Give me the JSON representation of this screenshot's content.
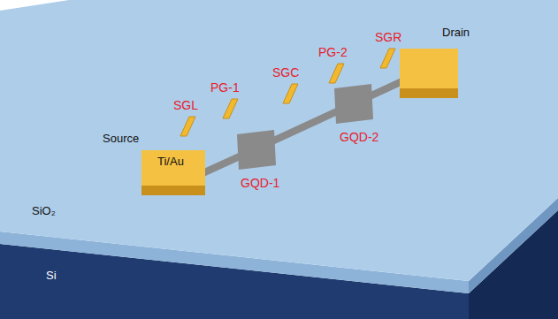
{
  "diagram": {
    "nodes": [
      {
        "text": [
          "Source",
          "Ti/Au"
        ]
      },
      {
        "text": [
          "Drain"
        ]
      }
    ],
    "edges": [
      {
        "from": 0,
        "to": 1,
        "arrow": "none"
      }
    ],
    "labels": [
      "SGL",
      "PG-1",
      "SGC",
      "PG-2",
      "SGR",
      "GQD-1",
      "GQD-2",
      "SiO₂",
      "Si"
    ]
  }
}
